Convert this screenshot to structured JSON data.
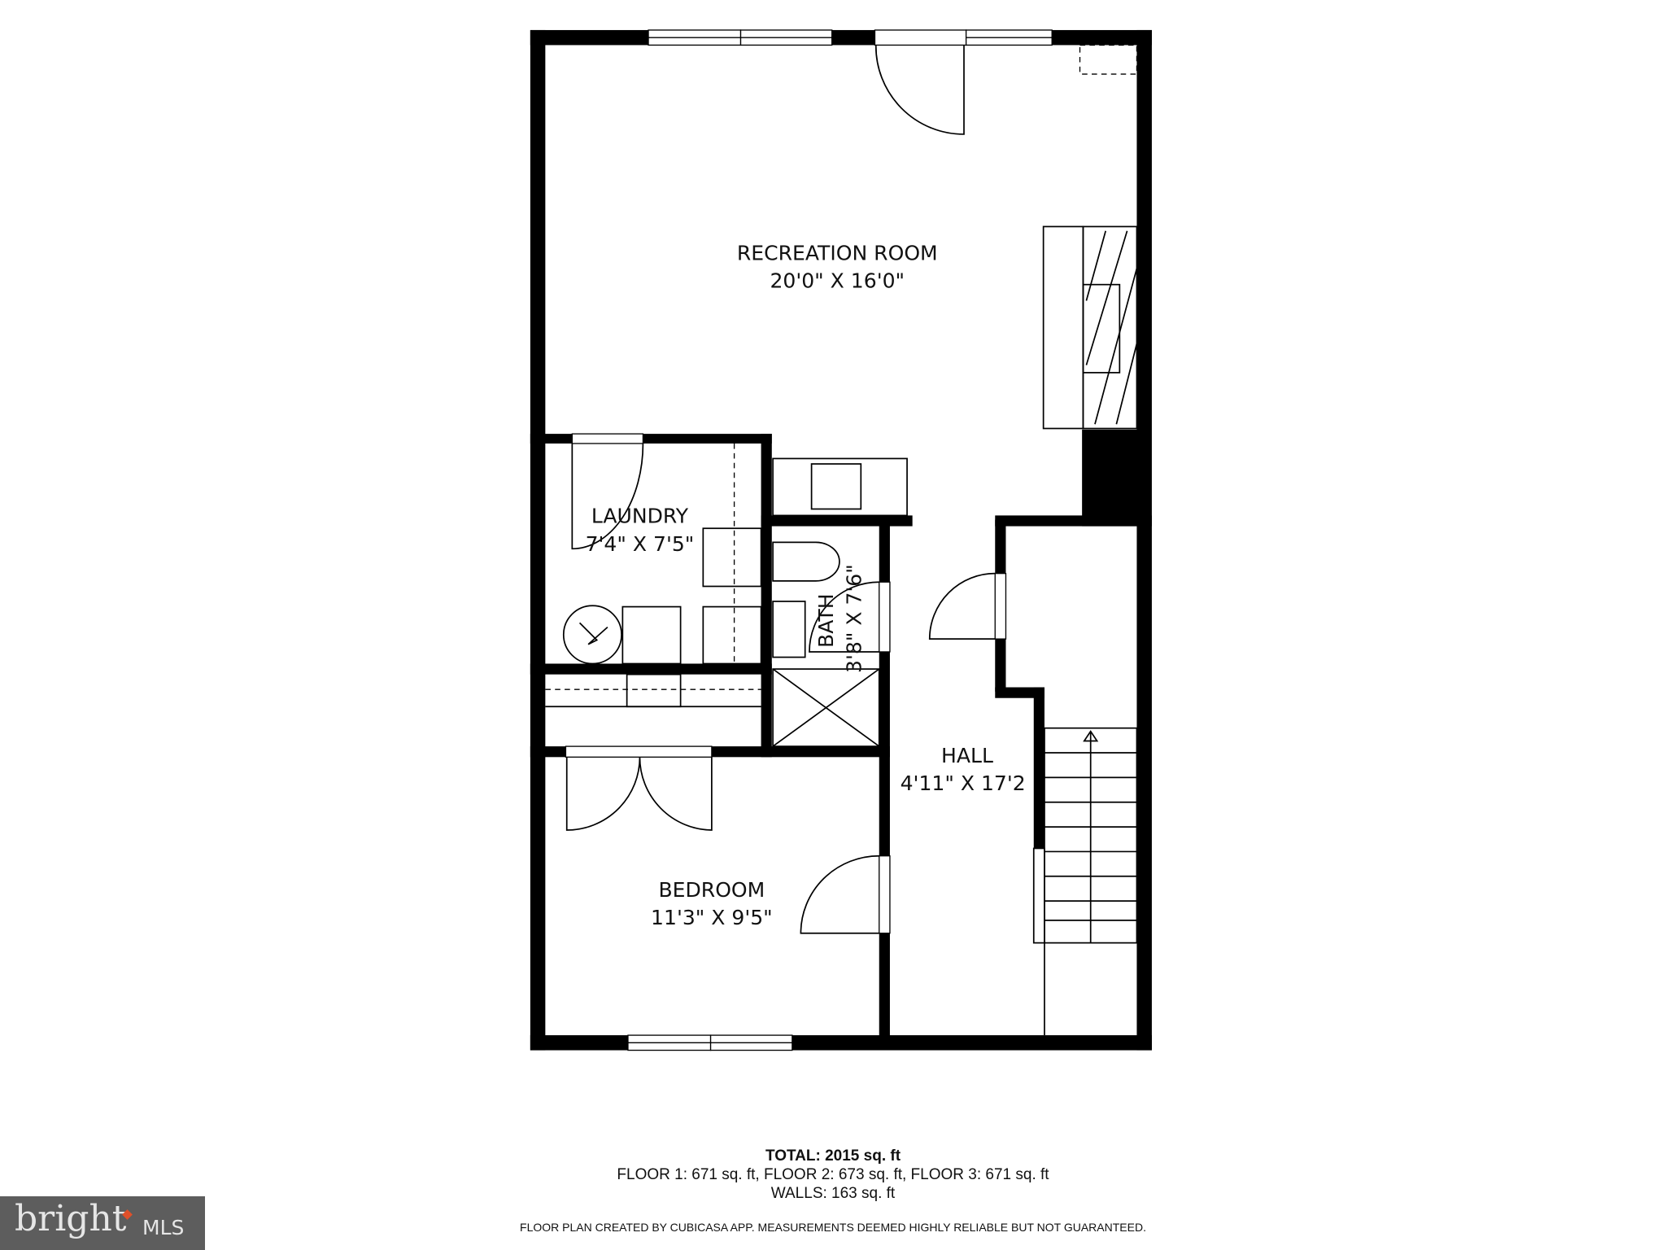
{
  "rooms": [
    {
      "name": "RECREATION ROOM",
      "dims": "20'0\" X 16'0\""
    },
    {
      "name": "LAUNDRY",
      "dims": "7'4\" X 7'5\""
    },
    {
      "name": "BATH",
      "dims": "3'8\" X 7'6\""
    },
    {
      "name": "HALL",
      "dims": "4'11\" X 17'2"
    },
    {
      "name": "BEDROOM",
      "dims": "11'3\" X 9'5\""
    }
  ],
  "summary": {
    "total": "TOTAL: 2015 sq. ft",
    "floors": "FLOOR 1: 671 sq. ft, FLOOR 2: 673 sq. ft, FLOOR 3: 671 sq. ft",
    "walls": "WALLS: 163 sq. ft"
  },
  "disclaimer": "FLOOR PLAN CREATED BY CUBICASA APP. MEASUREMENTS DEEMED HIGHLY RELIABLE BUT NOT GUARANTEED.",
  "logo": {
    "text": "bright MLS",
    "bg_color": "#5d5d5d",
    "accent": "#e0502a"
  }
}
